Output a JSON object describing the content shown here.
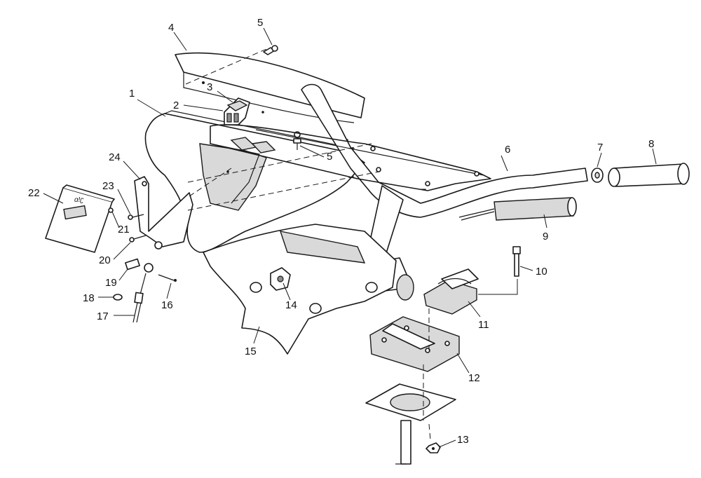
{
  "callouts": [
    {
      "id": "c1",
      "text": "1"
    },
    {
      "id": "c2",
      "text": "2"
    },
    {
      "id": "c3",
      "text": "3"
    },
    {
      "id": "c4",
      "text": "4"
    },
    {
      "id": "c5a",
      "text": "5"
    },
    {
      "id": "c5b",
      "text": "5"
    },
    {
      "id": "c6",
      "text": "6"
    },
    {
      "id": "c7",
      "text": "7"
    },
    {
      "id": "c8",
      "text": "8"
    },
    {
      "id": "c9",
      "text": "9"
    },
    {
      "id": "c10",
      "text": "10"
    },
    {
      "id": "c11",
      "text": "11"
    },
    {
      "id": "c12",
      "text": "12"
    },
    {
      "id": "c13",
      "text": "13"
    },
    {
      "id": "c14",
      "text": "14"
    },
    {
      "id": "c15",
      "text": "15"
    },
    {
      "id": "c16",
      "text": "16"
    },
    {
      "id": "c17",
      "text": "17"
    },
    {
      "id": "c18",
      "text": "18"
    },
    {
      "id": "c19",
      "text": "19"
    },
    {
      "id": "c20",
      "text": "20"
    },
    {
      "id": "c21",
      "text": "21"
    },
    {
      "id": "c22",
      "text": "22"
    },
    {
      "id": "c23",
      "text": "23"
    },
    {
      "id": "c24",
      "text": "24"
    }
  ],
  "colors": {
    "ink": "#1a1a1a",
    "paper": "#ffffff",
    "shade": "#d9d9d9"
  }
}
